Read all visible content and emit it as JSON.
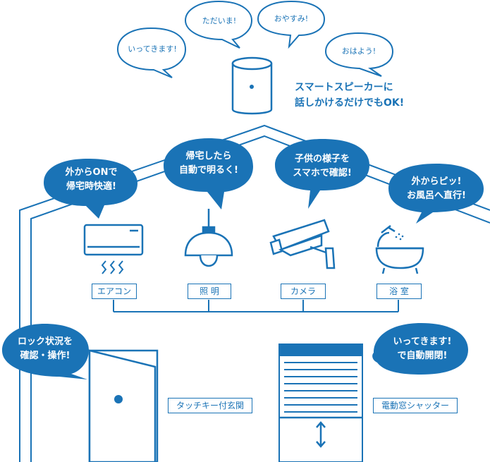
{
  "colors": {
    "primary": "#1a73b6",
    "fill": "#1a73b6",
    "background": "#ffffff"
  },
  "speech_bubbles": {
    "itte": "いってきます!",
    "tadaima": "ただいま!",
    "oyasumi": "おやすみ!",
    "ohayou": "おはよう!"
  },
  "tagline": "スマートスピーカーに\n話しかけるだけでもOK!",
  "features": {
    "aircon": "外からONで\n帰宅時快適!",
    "light": "帰宅したら\n自動で明るく!",
    "camera": "子供の様子を\nスマホで確認!",
    "bath": "外からピッ!\nお風呂へ直行!",
    "lock": "ロック状況を\n確認・操作!",
    "shutter": "いってきます!\nで自動開閉!"
  },
  "labels": {
    "aircon": "エアコン",
    "light": "照 明",
    "camera": "カメラ",
    "bath": "浴 室",
    "door": "タッチキー付玄関",
    "shutter": "電動窓シャッター"
  },
  "icons": [
    "speech-bubble-icon",
    "smart-speaker-icon",
    "house-outline-icon",
    "air-conditioner-icon",
    "pendant-light-icon",
    "security-camera-icon",
    "bathtub-icon",
    "door-icon",
    "shutter-icon",
    "up-down-arrow-icon"
  ]
}
